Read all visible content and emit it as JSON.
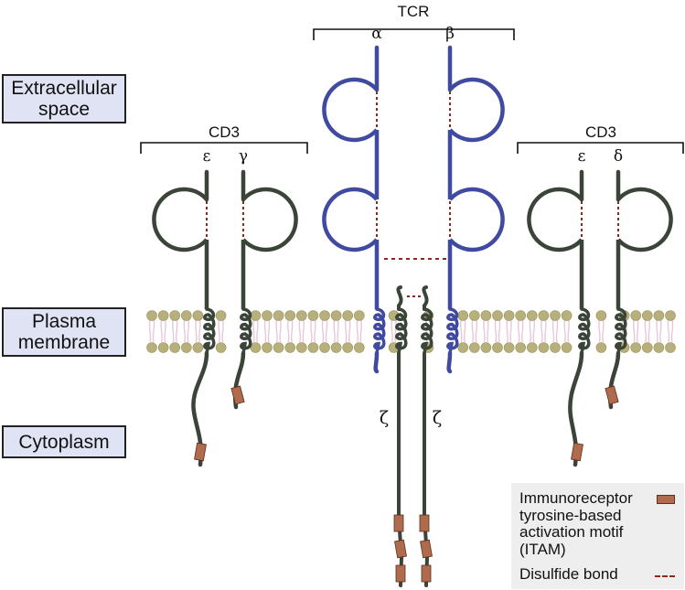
{
  "regions": {
    "extracellular": "Extracellular space",
    "extracellular_lines": [
      "Extracellular",
      "space"
    ],
    "plasma_membrane_lines": [
      "Plasma",
      "membrane"
    ],
    "cytoplasm": "Cytoplasm"
  },
  "complexes": {
    "tcr": {
      "label": "TCR",
      "chains": [
        "α",
        "β"
      ]
    },
    "cd3_left": {
      "label": "CD3",
      "chains": [
        "ε",
        "γ"
      ]
    },
    "cd3_right": {
      "label": "CD3",
      "chains": [
        "ε",
        "δ"
      ]
    },
    "zeta": {
      "chains": [
        "ζ",
        "ζ"
      ]
    }
  },
  "legend": {
    "itam_lines": [
      "Immunoreceptor",
      "tyrosine-based",
      "activation motif",
      "(ITAM)"
    ],
    "disulfide": "Disulfide bond"
  },
  "colors": {
    "tcr_chain": "#3f4aa0",
    "cd3_chain": "#3a4438",
    "itam": "#b06a4c",
    "disulfide": "#8b2a1a",
    "lipid_head": "#b8b07c",
    "lipid_tail": "#e8c8d8",
    "region_box": "#dfe3f3",
    "legend_bg": "#eeeeee"
  }
}
